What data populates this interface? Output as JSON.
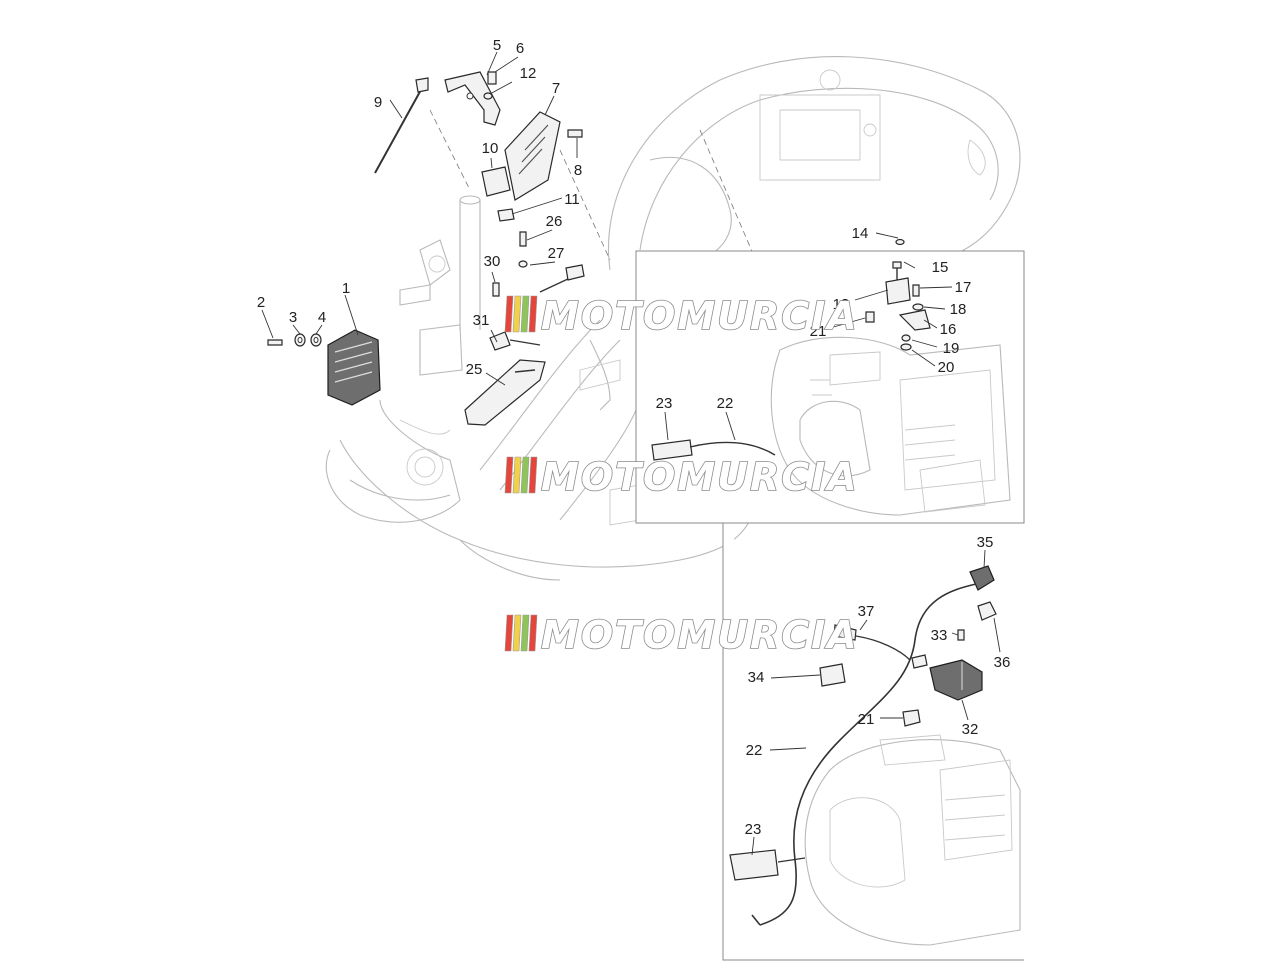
{
  "watermark": {
    "text": "MOTOMURCIA",
    "stripe_colors": [
      "#e4463b",
      "#f2d04a",
      "#8fc45a",
      "#e4463b"
    ]
  },
  "callouts": [
    "1",
    "2",
    "3",
    "4",
    "5",
    "6",
    "7",
    "8",
    "9",
    "10",
    "11",
    "12",
    "13",
    "14",
    "15",
    "16",
    "17",
    "18",
    "19",
    "20",
    "21",
    "22",
    "23",
    "25",
    "26",
    "27",
    "30",
    "31",
    "32",
    "33",
    "34",
    "35",
    "36",
    "37"
  ],
  "colors": {
    "line": "#222222",
    "ghost": "#b9b9b9",
    "frame": "#8a8a8a"
  }
}
